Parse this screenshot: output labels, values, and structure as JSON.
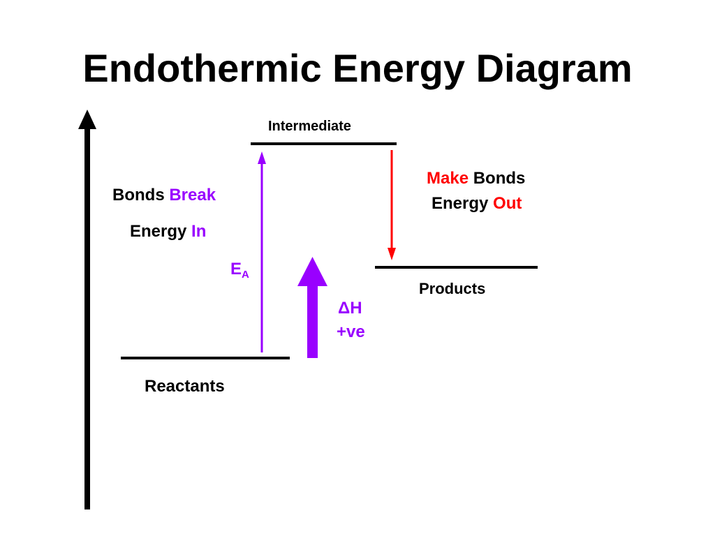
{
  "title": "Endothermic Energy Diagram",
  "levels": {
    "intermediate": "Intermediate",
    "products": "Products",
    "reactants": "Reactants"
  },
  "bonds_break": {
    "prefix": "Bonds",
    "highlight": "Break"
  },
  "energy_in": {
    "prefix": "Energy",
    "highlight": "In"
  },
  "make_bonds": {
    "highlight": "Make",
    "suffix": "Bonds"
  },
  "energy_out": {
    "prefix": "Energy",
    "highlight": "Out"
  },
  "activation_energy": {
    "symbol": "E",
    "subscript": "A"
  },
  "enthalpy": {
    "line1": "ΔH",
    "line2": "+ve"
  },
  "colors": {
    "purple": "#9900ff",
    "red": "#ff0000",
    "black": "#000000"
  }
}
